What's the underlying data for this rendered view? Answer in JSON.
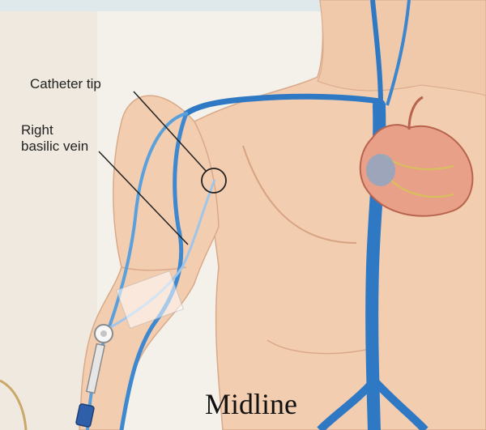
{
  "labels": {
    "catheter_tip": "Catheter tip",
    "right_basilic_vein": "Right\nbasilic vein"
  },
  "caption": "Midline",
  "colors": {
    "skin": "#f2cdb0",
    "skin_shadow": "#e3b394",
    "vein": "#2f78c4",
    "vein_light": "#5aa0dc",
    "heart": "#e9a089",
    "background": "#f4f1ea",
    "leader_line": "#222222"
  }
}
